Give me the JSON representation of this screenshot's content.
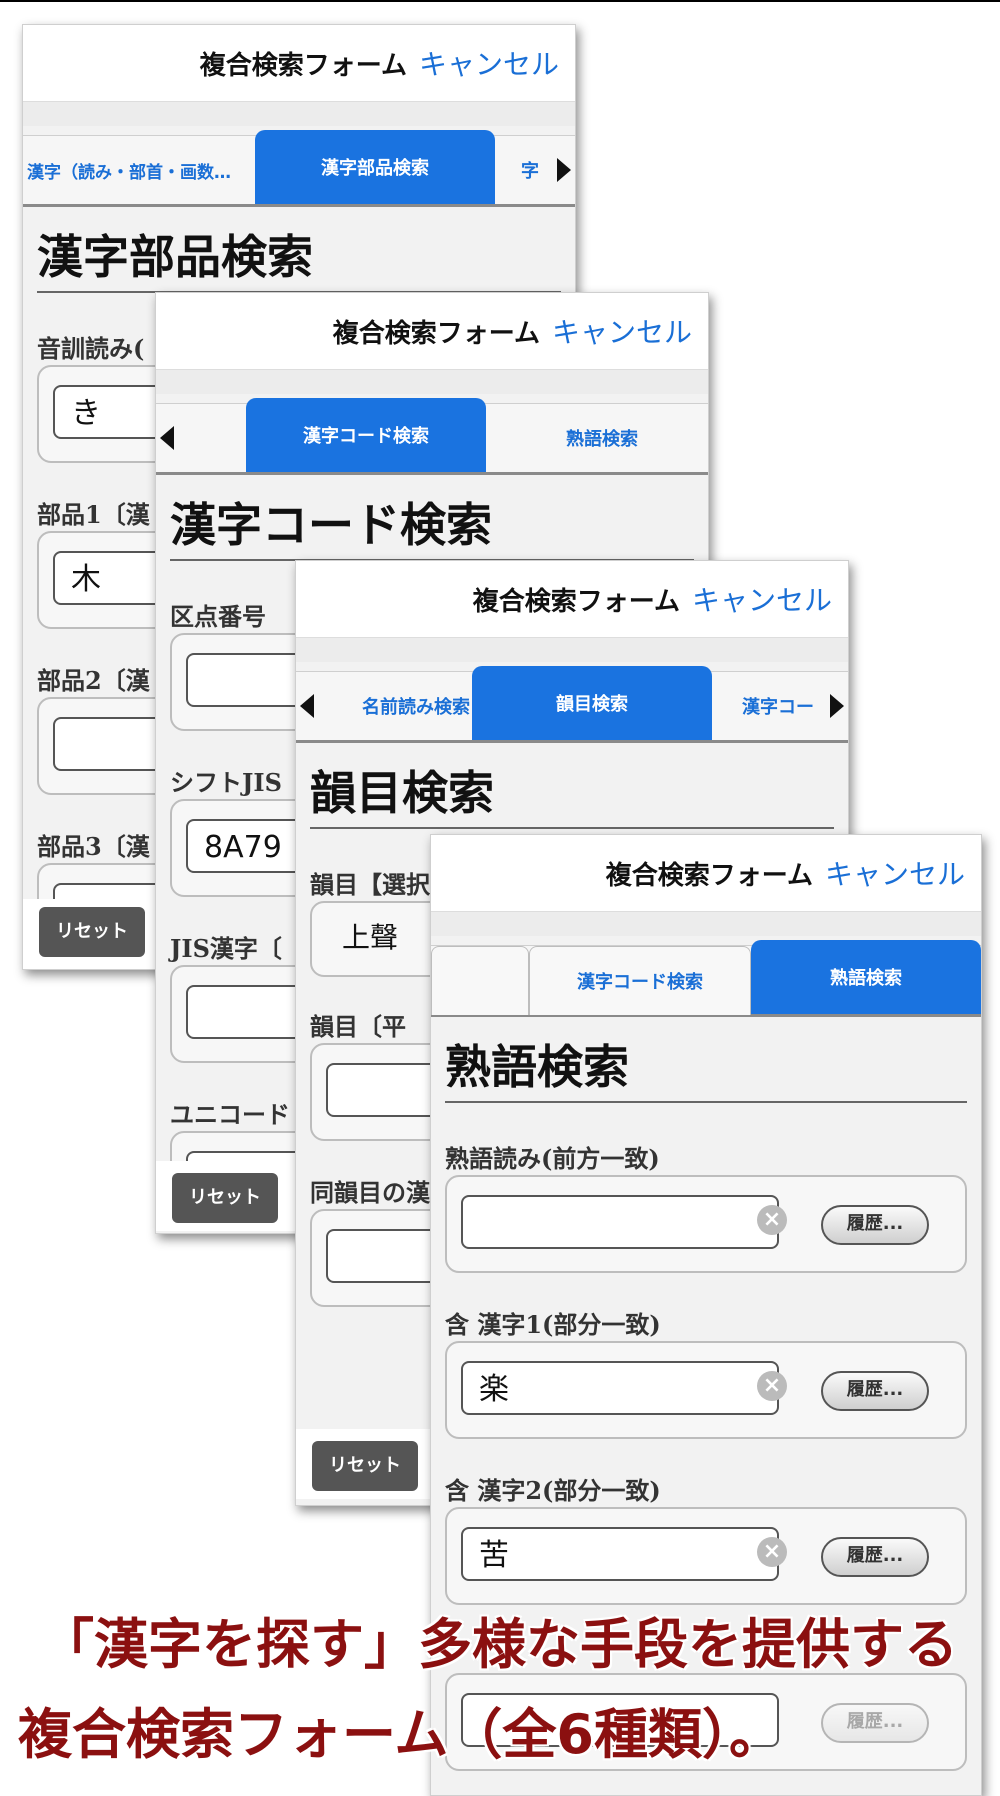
{
  "colors": {
    "accent": "#1a73e0",
    "caption": "#8b1010",
    "reset": "#555555"
  },
  "common": {
    "form_title": "複合検索フォーム",
    "cancel": "キャンセル",
    "reset": "リセット",
    "history": "履歴...",
    "clear_icon": "×"
  },
  "card1": {
    "tabs": {
      "left": "漢字（読み・部首・画数…",
      "active": "漢字部品検索",
      "right": "字"
    },
    "section_title": "漢字部品検索",
    "fields": [
      {
        "label": "音訓読み(",
        "value": "き"
      },
      {
        "label": "部品1〔漢",
        "value": "木"
      },
      {
        "label": "部品2〔漢",
        "value": ""
      },
      {
        "label": "部品3〔漢",
        "value": ""
      }
    ]
  },
  "card2": {
    "tabs": {
      "active": "漢字コード検索",
      "right": "熟語検索"
    },
    "section_title": "漢字コード検索",
    "fields": [
      {
        "label": "区点番号",
        "value": ""
      },
      {
        "label": "シフトJIS",
        "value": "8A79"
      },
      {
        "label": "JIS漢字〔",
        "value": ""
      },
      {
        "label": "ユニコード",
        "value": ""
      }
    ]
  },
  "card3": {
    "tabs": {
      "left": "名前読み検索",
      "active": "韻目検索",
      "right": "漢字コー"
    },
    "section_title": "韻目検索",
    "fields": [
      {
        "label": "韻目【選択",
        "value": "上聲"
      },
      {
        "label": "韻目〔平",
        "value": ""
      },
      {
        "label": "同韻目の漢",
        "value": ""
      }
    ]
  },
  "card4": {
    "tabs": {
      "middle": "漢字コード検索",
      "active": "熟語検索"
    },
    "section_title": "熟語検索",
    "fields": [
      {
        "label": "熟語読み(前方一致)",
        "value": ""
      },
      {
        "label": "含 漢字1(部分一致)",
        "value": "楽"
      },
      {
        "label": "含 漢字2(部分一致)",
        "value": "苦"
      },
      {
        "label": "",
        "value": ""
      }
    ]
  },
  "caption": {
    "line1": "「漢字を探す」多様な手段を提供する",
    "line2": "複合検索フォーム（全6種類）。"
  }
}
